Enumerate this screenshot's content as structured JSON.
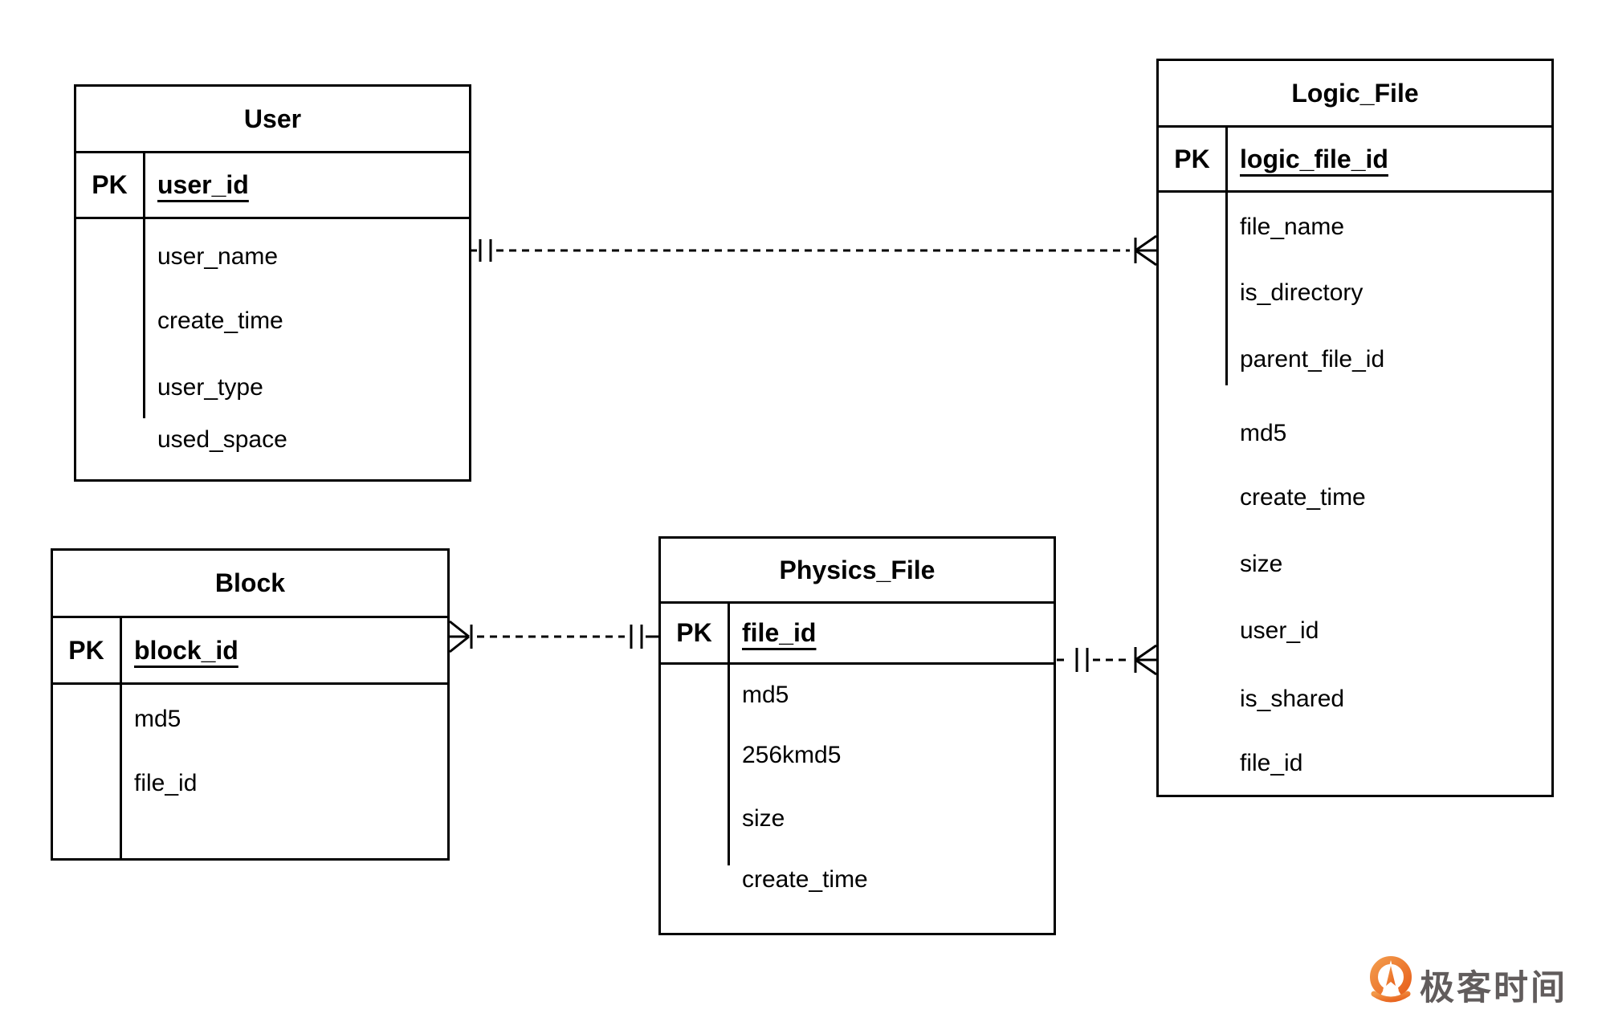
{
  "diagram": {
    "kind": "entity-relationship-diagram",
    "tables": [
      {
        "title": "User",
        "pk_label": "PK",
        "pk_field": "user_id",
        "fields": [
          "user_name",
          "create_time",
          "user_type",
          "used_space"
        ]
      },
      {
        "title": "Logic_File",
        "pk_label": "PK",
        "pk_field": "logic_file_id",
        "fields": [
          "file_name",
          "is_directory",
          "parent_file_id",
          "md5",
          "create_time",
          "size",
          "user_id",
          "is_shared",
          "file_id"
        ]
      },
      {
        "title": "Block",
        "pk_label": "PK",
        "pk_field": "block_id",
        "fields": [
          "md5",
          "file_id"
        ]
      },
      {
        "title": "Physics_File",
        "pk_label": "PK",
        "pk_field": "file_id",
        "fields": [
          "md5",
          "256kmd5",
          "size",
          "create_time"
        ]
      }
    ],
    "relationships": [
      {
        "from": "User",
        "to": "Logic_File",
        "from_cardinality": "exactly-one",
        "to_cardinality": "one-or-many",
        "line_style": "dashed"
      },
      {
        "from": "Block",
        "to": "Physics_File",
        "from_cardinality": "one-or-many",
        "to_cardinality": "exactly-one",
        "line_style": "dashed"
      },
      {
        "from": "Physics_File",
        "to": "Logic_File",
        "from_cardinality": "exactly-one",
        "to_cardinality": "one-or-many",
        "line_style": "dashed"
      }
    ]
  },
  "watermark": {
    "brand_text": "极客时间"
  },
  "colors": {
    "line": "#000000",
    "background": "#ffffff",
    "brand_orange_light": "#f2994a",
    "brand_orange_dark": "#e8611c",
    "brand_text_gray": "#615c5c"
  }
}
